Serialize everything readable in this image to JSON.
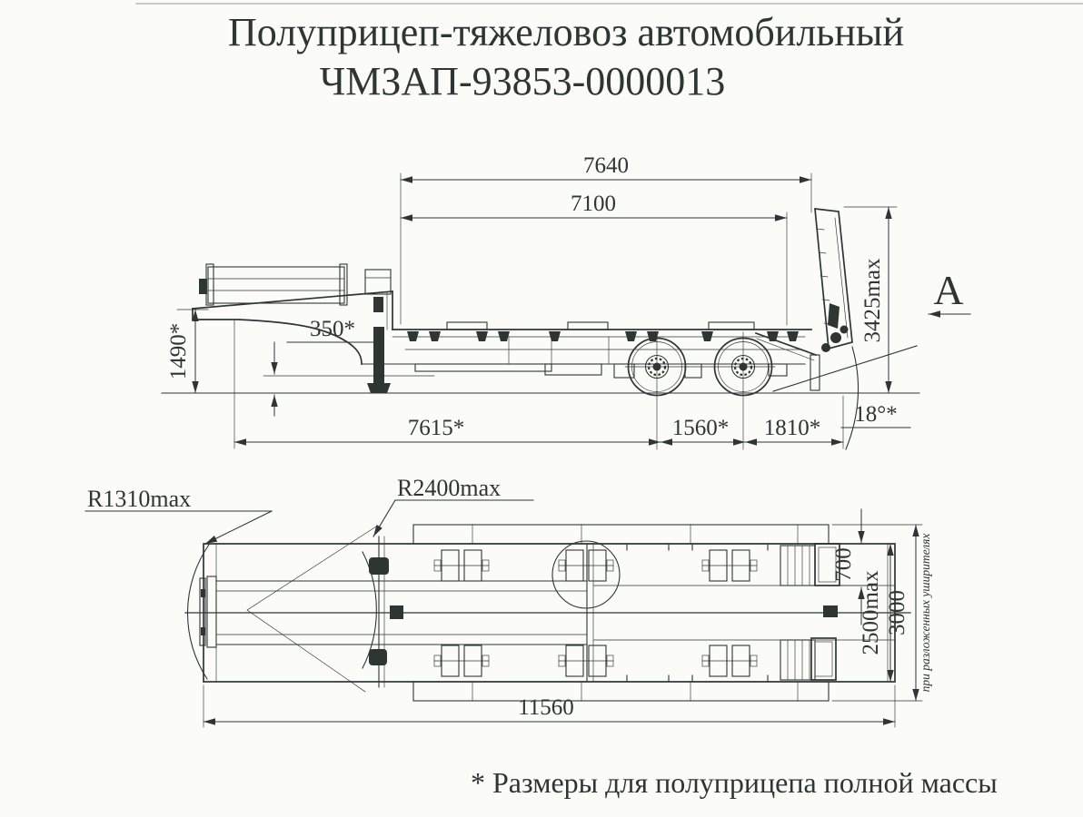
{
  "title": {
    "line1": "Полуприцеп-тяжеловоз автомобильный",
    "line2": "ЧМЗАП-93853-0000013"
  },
  "footnote": "* Размеры для полуприцепа полной массы",
  "side_view": {
    "length_top": "7640",
    "length_platform": "7100",
    "height_max": "3425max",
    "height_front": "1490*",
    "clearance": "350*",
    "base_front": "7615*",
    "base_bogie": "1560*",
    "base_rear": "1810*",
    "ramp_angle": "18°*",
    "view_label": "А"
  },
  "top_view": {
    "radius_front": "R1310max",
    "radius_neck": "R2400max",
    "ramp_width": "700",
    "width_max": "2500max",
    "width_overall": "3000",
    "length_overall": "11560",
    "wideners_note": "при разложенных уширителях"
  },
  "colors": {
    "ink": "#2e3633",
    "paper": "#fbfbf8"
  }
}
